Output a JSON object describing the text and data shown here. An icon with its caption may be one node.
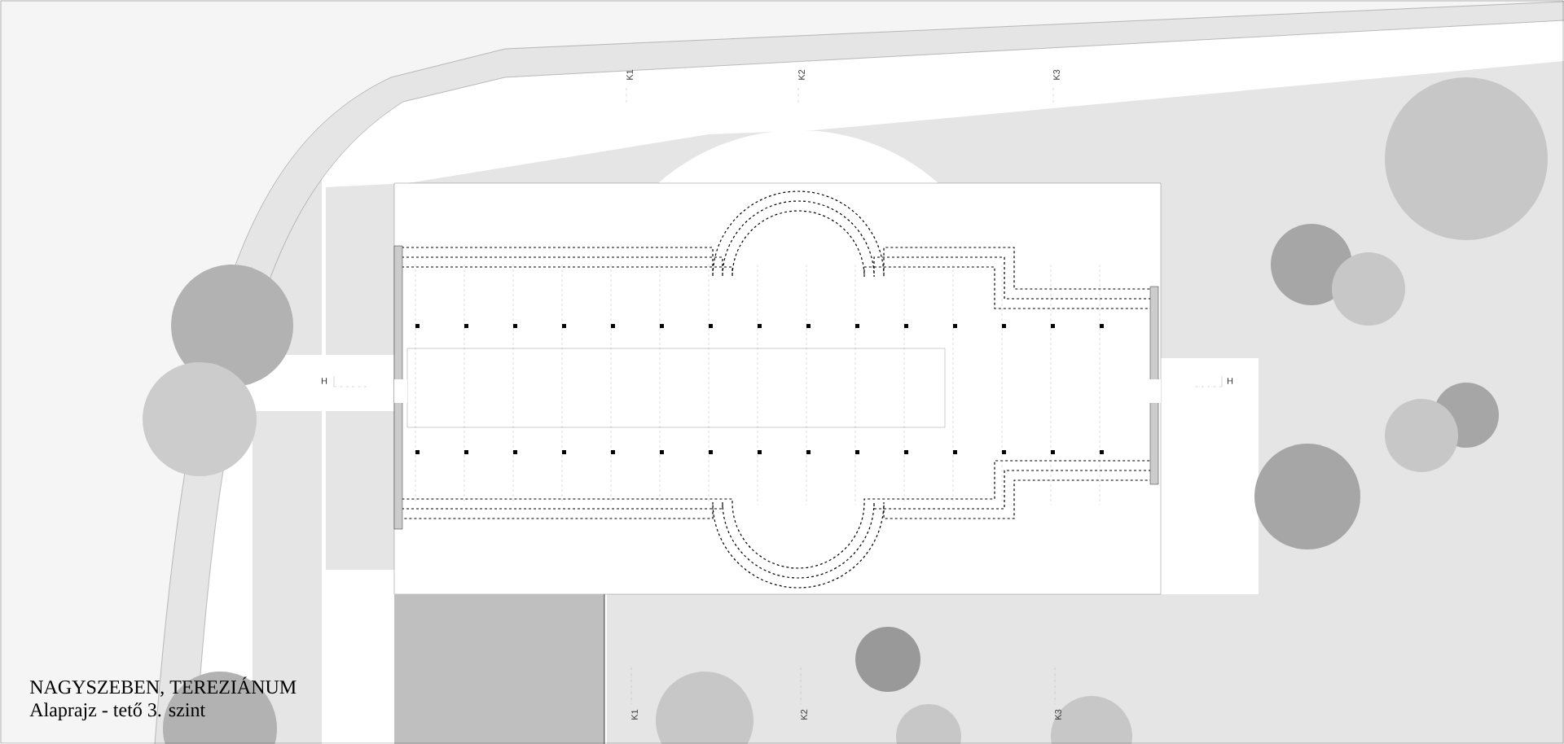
{
  "diagram": {
    "title": "NAGYSZEBEN, TEREZIÁNUM",
    "caption": "Alaprajz - tető 3. szint",
    "labels": [
      "K1",
      "K2",
      "K3",
      "H",
      "H",
      "K1",
      "K2",
      "K3"
    ]
  }
}
